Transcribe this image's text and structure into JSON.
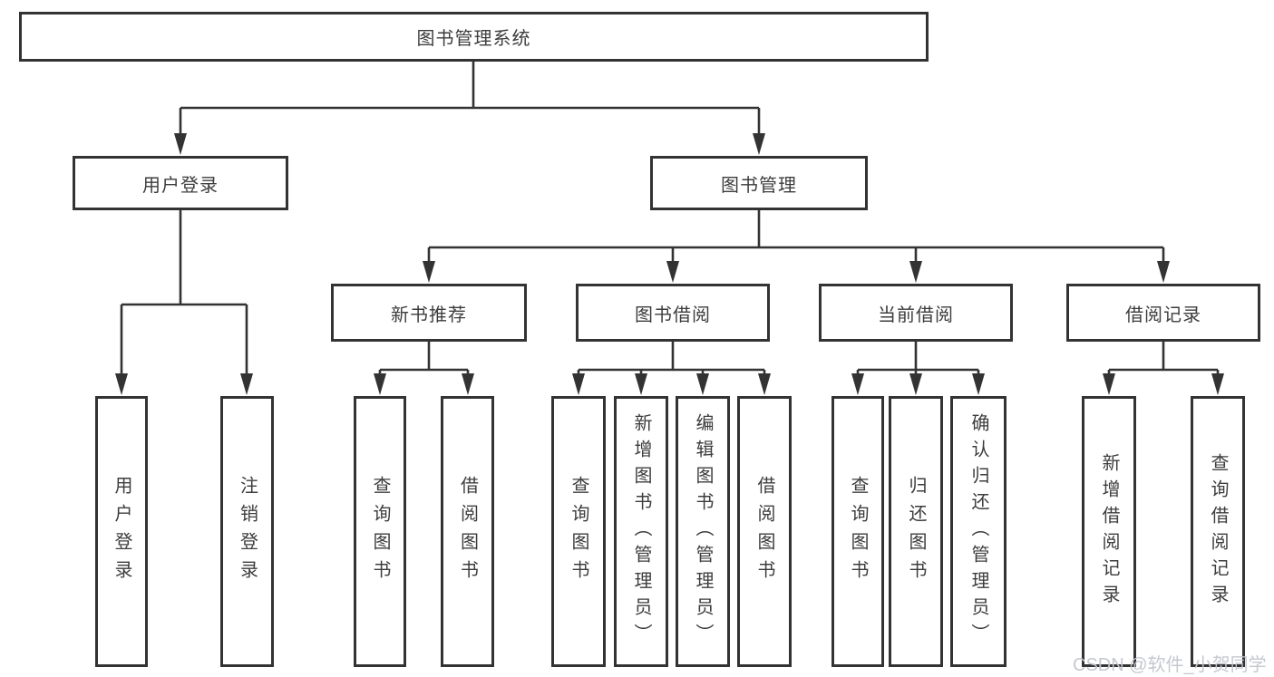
{
  "diagram": {
    "title": "图书管理系统",
    "type": "hierarchy-tree",
    "colors": {
      "background": "#ffffff",
      "line": "#333333",
      "box_border": "#333333",
      "box_fill": "#ffffff",
      "text": "#3d3d3d",
      "watermark": "#c3c6cd"
    }
  },
  "tree": {
    "root": {
      "label": "图书管理系统"
    },
    "branches": [
      {
        "label": "用户登录",
        "children": [
          {
            "label": "用户登录"
          },
          {
            "label": "注销登录"
          }
        ]
      },
      {
        "label": "图书管理",
        "children": [
          {
            "label": "新书推荐",
            "children": [
              {
                "label": "查询图书"
              },
              {
                "label": "借阅图书"
              }
            ]
          },
          {
            "label": "图书借阅",
            "children": [
              {
                "label": "查询图书"
              },
              {
                "label": "新增图书（管理员）"
              },
              {
                "label": "编辑图书（管理员）"
              },
              {
                "label": "借阅图书"
              }
            ]
          },
          {
            "label": "当前借阅",
            "children": [
              {
                "label": "查询图书"
              },
              {
                "label": "归还图书"
              },
              {
                "label": "确认归还（管理员）"
              }
            ]
          },
          {
            "label": "借阅记录",
            "children": [
              {
                "label": "新增借阅记录"
              },
              {
                "label": "查询借阅记录"
              }
            ]
          }
        ]
      }
    ]
  },
  "watermark": {
    "text": "CSDN @软件_小贺同学"
  }
}
